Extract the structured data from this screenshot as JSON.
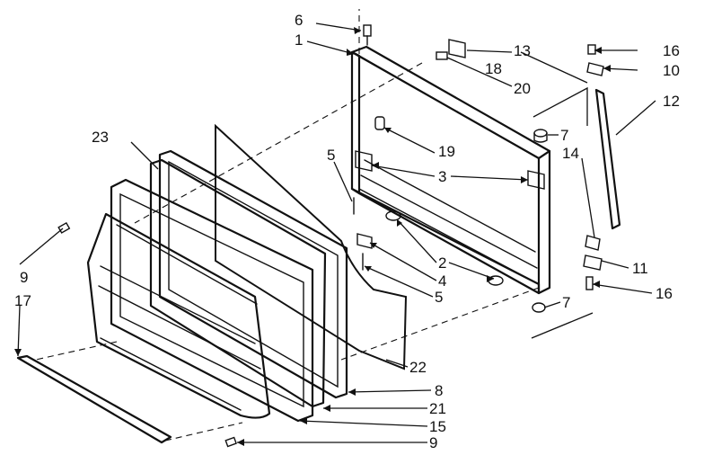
{
  "labels": [
    {
      "id": "1",
      "text": "1"
    },
    {
      "id": "2",
      "text": "2"
    },
    {
      "id": "3",
      "text": "3"
    },
    {
      "id": "4",
      "text": "4"
    },
    {
      "id": "5a",
      "text": "5"
    },
    {
      "id": "5b",
      "text": "5"
    },
    {
      "id": "6",
      "text": "6"
    },
    {
      "id": "7a",
      "text": "7"
    },
    {
      "id": "7b",
      "text": "7"
    },
    {
      "id": "8",
      "text": "8"
    },
    {
      "id": "9a",
      "text": "9"
    },
    {
      "id": "9b",
      "text": "9"
    },
    {
      "id": "10",
      "text": "10"
    },
    {
      "id": "11",
      "text": "11"
    },
    {
      "id": "12",
      "text": "12"
    },
    {
      "id": "13",
      "text": "13"
    },
    {
      "id": "14",
      "text": "14"
    },
    {
      "id": "15",
      "text": "15"
    },
    {
      "id": "16a",
      "text": "16"
    },
    {
      "id": "16b",
      "text": "16"
    },
    {
      "id": "17",
      "text": "17"
    },
    {
      "id": "18",
      "text": "18"
    },
    {
      "id": "19",
      "text": "19"
    },
    {
      "id": "20",
      "text": "20"
    },
    {
      "id": "21",
      "text": "21"
    },
    {
      "id": "22",
      "text": "22"
    },
    {
      "id": "23",
      "text": "23"
    }
  ]
}
